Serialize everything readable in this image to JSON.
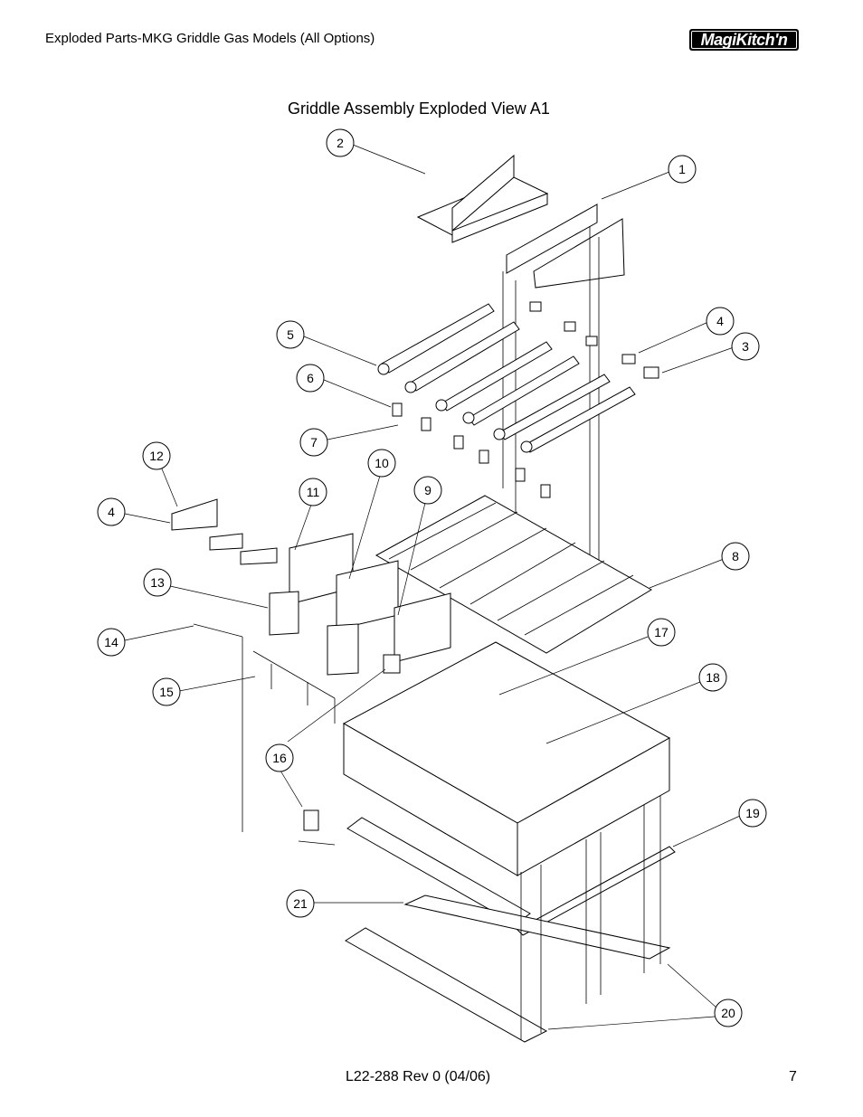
{
  "header": {
    "title": "Exploded Parts-MKG Griddle Gas Models (All Options)",
    "logo_text": "MagiKitch'n"
  },
  "view_title": "Griddle Assembly Exploded View A1",
  "footer": {
    "doc_number": "L22-288  Rev 0  (04/06)",
    "page_number": "7"
  },
  "callouts": [
    "1",
    "2",
    "3",
    "4",
    "4",
    "5",
    "6",
    "7",
    "8",
    "9",
    "10",
    "11",
    "12",
    "13",
    "14",
    "15",
    "16",
    "17",
    "18",
    "19",
    "20",
    "21"
  ]
}
